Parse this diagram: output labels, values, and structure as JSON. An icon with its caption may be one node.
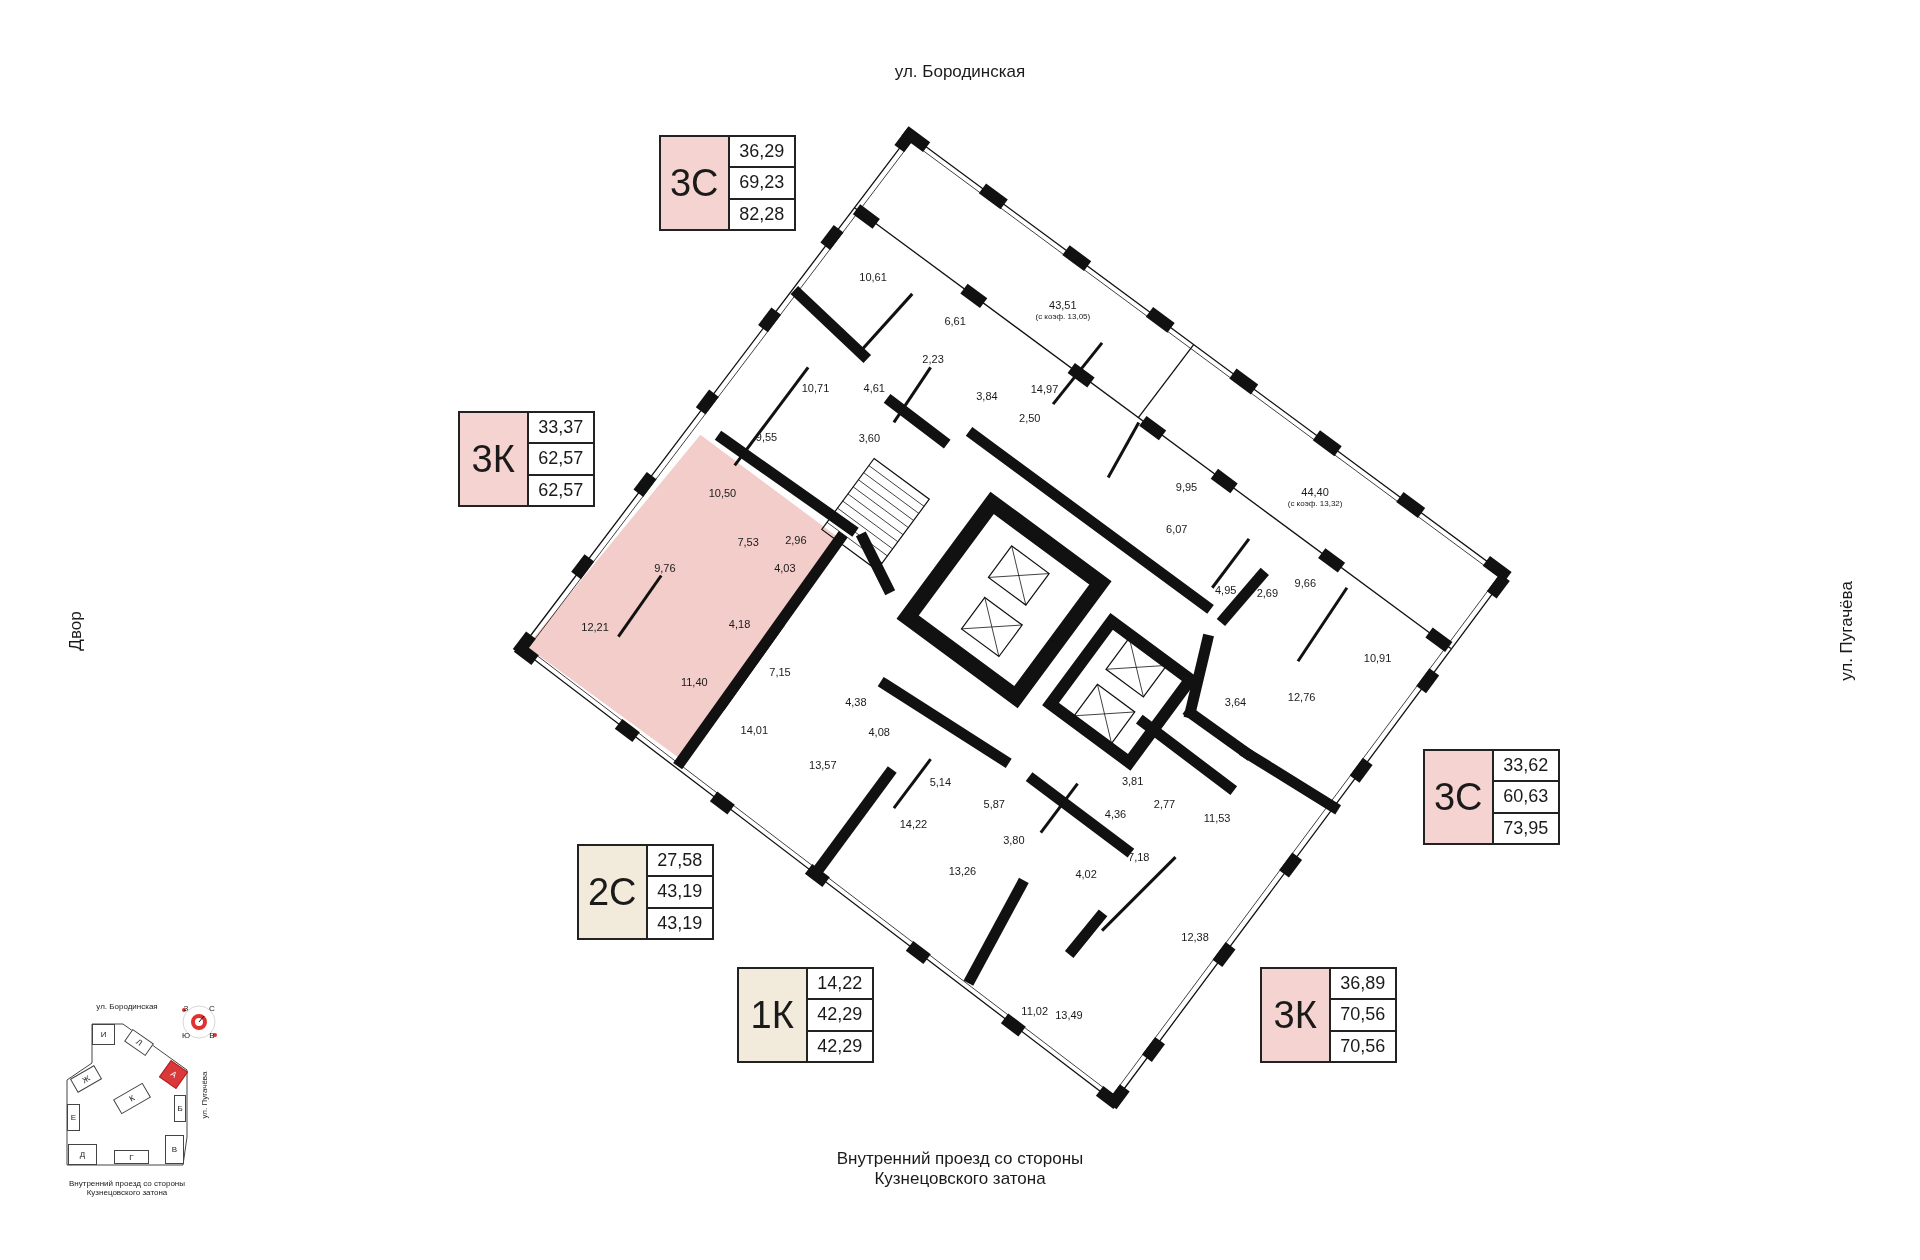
{
  "diagram": {
    "nodes": [
      {
        "text": [
          "3С",
          "36,29",
          "69,23",
          "82,28"
        ]
      },
      {
        "text": [
          "3К",
          "33,37",
          "62,57",
          "62,57"
        ]
      },
      {
        "text": [
          "3С",
          "33,62",
          "60,63",
          "73,95"
        ]
      },
      {
        "text": [
          "2С",
          "27,58",
          "43,19",
          "43,19"
        ]
      },
      {
        "text": [
          "1К",
          "14,22",
          "42,29",
          "42,29"
        ]
      },
      {
        "text": [
          "3К",
          "36,89",
          "70,56",
          "70,56"
        ]
      },
      {
        "text": [
          "И"
        ]
      },
      {
        "text": [
          "Л"
        ]
      },
      {
        "text": [
          "А"
        ]
      },
      {
        "text": [
          "Ж"
        ]
      },
      {
        "text": [
          "К"
        ]
      },
      {
        "text": [
          "Б"
        ]
      },
      {
        "text": [
          "Е"
        ]
      },
      {
        "text": [
          "Д"
        ]
      },
      {
        "text": [
          "Г"
        ]
      },
      {
        "text": [
          "В"
        ]
      }
    ],
    "labels": [
      "ул. Бородинская",
      "10,61",
      "6,61",
      "43,51",
      "(с коэф. 13,05)",
      "2,23",
      "10,71",
      "4,61",
      "14,97",
      "3,84",
      "2,50",
      "9,55",
      "3,60",
      "9,95",
      "10,50",
      "44,40",
      "(с коэф. 13,32)",
      "6,07",
      "7,53",
      "2,96",
      "9,76",
      "4,03",
      "9,66",
      "4,95",
      "2,69",
      "Двор",
      "ул. Пугачёва",
      "12,21",
      "4,18",
      "10,91",
      "7,15",
      "11,40",
      "12,76",
      "4,38",
      "3,64",
      "14,01",
      "4,08",
      "13,57",
      "5,14",
      "3,81",
      "5,87",
      "4,36",
      "2,77",
      "11,53",
      "14,22",
      "3,80",
      "7,18",
      "13,26",
      "4,02",
      "12,38",
      "11,02",
      "13,49",
      "Внутренний проезд со стороны Кузнецовского затона",
      "ул. Бородинская",
      "З",
      "С",
      "Ю",
      "В",
      "ул. Пугачёва",
      "Внутренний проезд со стороны Кузнецовского затона"
    ]
  }
}
